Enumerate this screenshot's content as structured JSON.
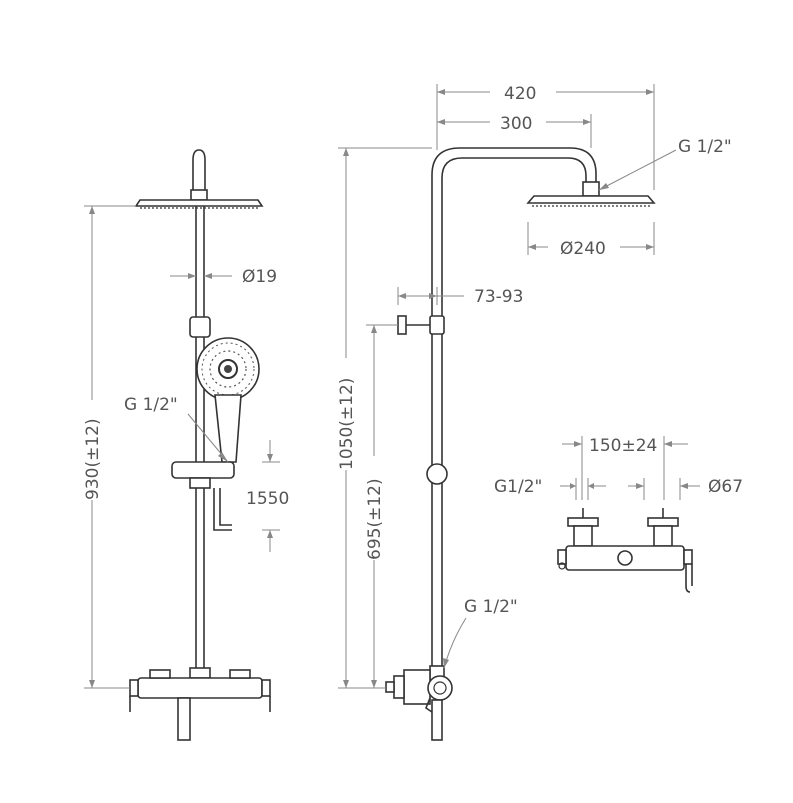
{
  "colors": {
    "line": "#333333",
    "dimension": "#888888",
    "text": "#555555"
  },
  "labels": {
    "width_total": "420",
    "arm_length": "300",
    "head_connection": "G 1/2\"",
    "head_diameter": "Ø240",
    "pipe_diameter": "Ø19",
    "bracket_range": "73-93",
    "handshower_connection": "G 1/2\"",
    "hose_length": "1550",
    "total_height_left": "930(±12)",
    "total_height_right": "1050(±12)",
    "slide_height": "695(±12)",
    "inlet_connection": "G 1/2\"",
    "centers": "150±24",
    "valve_inlet": "G1/2\"",
    "escutcheon_diameter": "Ø67"
  }
}
